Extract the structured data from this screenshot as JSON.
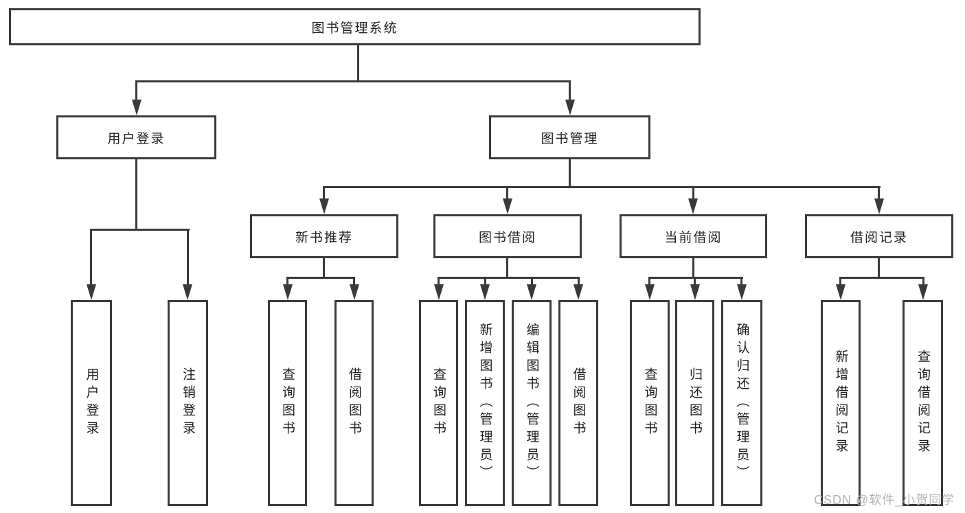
{
  "tree": {
    "root": {
      "label": "图书管理系统",
      "children": [
        {
          "label": "用户登录",
          "children": [
            {
              "label": "用户登录"
            },
            {
              "label": "注销登录"
            }
          ]
        },
        {
          "label": "图书管理",
          "children": [
            {
              "label": "新书推荐",
              "children": [
                {
                  "label": "查询图书"
                },
                {
                  "label": "借阅图书"
                }
              ]
            },
            {
              "label": "图书借阅",
              "children": [
                {
                  "label": "查询图书"
                },
                {
                  "label": "新增图书（管理员）"
                },
                {
                  "label": "编辑图书（管理员）"
                },
                {
                  "label": "借阅图书"
                }
              ]
            },
            {
              "label": "当前借阅",
              "children": [
                {
                  "label": "查询图书"
                },
                {
                  "label": "归还图书"
                },
                {
                  "label": "确认归还（管理员）"
                }
              ]
            },
            {
              "label": "借阅记录",
              "children": [
                {
                  "label": "新增借阅记录"
                },
                {
                  "label": "查询借阅记录"
                }
              ]
            }
          ]
        }
      ]
    }
  },
  "watermark": "CSDN @软件_小贺同学",
  "colors": {
    "line": "#3a3a3a",
    "text": "#1f1f1f",
    "watermark": "#b3b3b3",
    "background": "#ffffff"
  }
}
